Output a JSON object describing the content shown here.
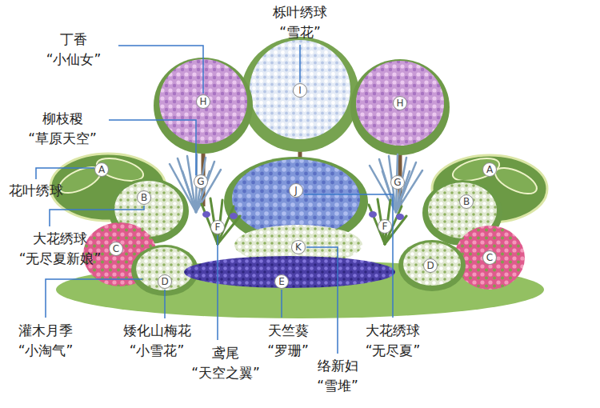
{
  "diagram": {
    "nodes": [
      {
        "text": [
          "I"
        ]
      },
      {
        "text": [
          "H"
        ]
      },
      {
        "text": [
          "H"
        ]
      },
      {
        "text": [
          "A"
        ]
      },
      {
        "text": [
          "A"
        ]
      },
      {
        "text": [
          "G"
        ]
      },
      {
        "text": [
          "G"
        ]
      },
      {
        "text": [
          "J"
        ]
      },
      {
        "text": [
          "B"
        ]
      },
      {
        "text": [
          "B"
        ]
      },
      {
        "text": [
          "F"
        ]
      },
      {
        "text": [
          "F"
        ]
      },
      {
        "text": [
          "K"
        ]
      },
      {
        "text": [
          "C"
        ]
      },
      {
        "text": [
          "C"
        ]
      },
      {
        "text": [
          "D"
        ]
      },
      {
        "text": [
          "D"
        ]
      },
      {
        "text": [
          "E"
        ]
      }
    ],
    "labels": [
      "栎叶绣球 “雪花”",
      "丁香 “小仙女”",
      "柳枝稷 “草原天空”",
      "花叶绣球",
      "大花绣球 “无尽夏新娘”",
      "灌木月季 “小淘气”",
      "矮化山梅花 “小雪花”",
      "天竺葵 “罗珊”",
      "大花绣球 “无尽夏”",
      "鸢尾 “天空之翼”",
      "络新妇 “雪堆”"
    ]
  }
}
